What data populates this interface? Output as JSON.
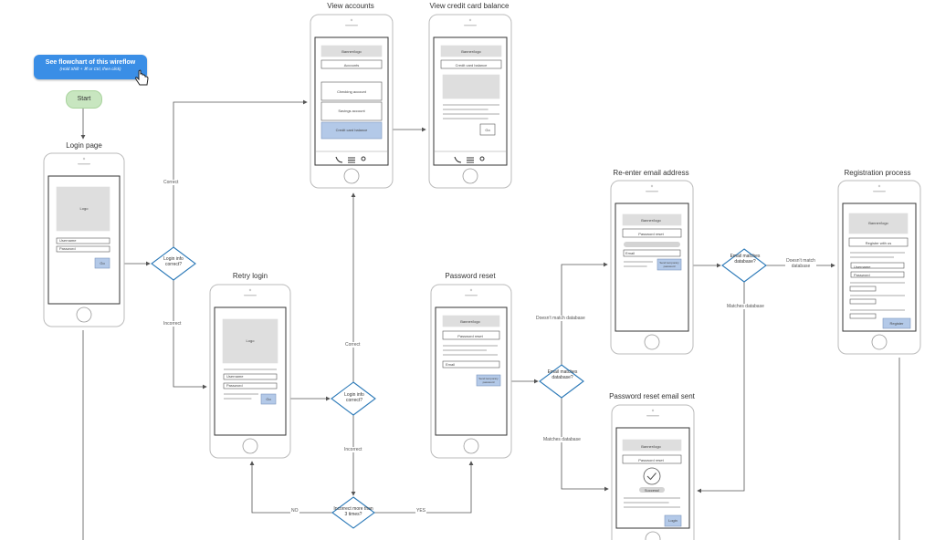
{
  "cta": {
    "title": "See flowchart of this wireflow",
    "subtitle": "(Hold Shift + ⌘ or Ctrl, then click)"
  },
  "start": "Start",
  "screens": {
    "login": {
      "title": "Login page",
      "logo": "Logo",
      "username": "Username",
      "password": "Password",
      "button": "Go"
    },
    "accounts": {
      "title": "View accounts",
      "banner": "Banner/logo",
      "heading": "Accounts",
      "items": [
        "Checking account",
        "Savings account",
        "Credit card balance"
      ]
    },
    "credit": {
      "title": "View credit card balance",
      "banner": "Banner/logo",
      "heading": "Credit card balance",
      "button": "Go"
    },
    "retry": {
      "title": "Retry login",
      "logo": "Logo",
      "username": "Username",
      "password": "Password",
      "button": "Go"
    },
    "reset": {
      "title": "Password reset",
      "banner": "Banner/logo",
      "heading": "Password reset",
      "email": "Email",
      "button": "Send temporary password"
    },
    "reenter": {
      "title": "Re-enter email address",
      "banner": "Banner/logo",
      "heading": "Password reset",
      "email": "Email",
      "button": "Send temporary password"
    },
    "sent": {
      "title": "Password reset email sent",
      "banner": "Banner/logo",
      "heading": "Password reset",
      "badge": "Success!",
      "button": "Login"
    },
    "register": {
      "title": "Registration process",
      "banner": "Banner/logo",
      "heading": "Register with us",
      "username": "Username",
      "password": "Password",
      "button": "Register"
    }
  },
  "decisions": {
    "d1": "Login info correct?",
    "d2": "Login info correct?",
    "d3": "Incorrect more than 3 times?",
    "d4": "Email matches database?",
    "d5": "Email matches database?"
  },
  "edges": {
    "correct1": "Correct",
    "incorrect1": "Incorrect",
    "correct2": "Correct",
    "incorrect2": "Incorrect",
    "no": "NO",
    "yes": "YES",
    "nomatch1": "Doesn't match database",
    "match1": "Matches database",
    "nomatch2": "Doesn't match database",
    "match2": "Matches database"
  },
  "colors": {
    "accent": "#3a8ee6",
    "start": "#c8e6c0",
    "decision": "#2d7ab8",
    "button": "#b3c9e8",
    "line": "#555555"
  }
}
